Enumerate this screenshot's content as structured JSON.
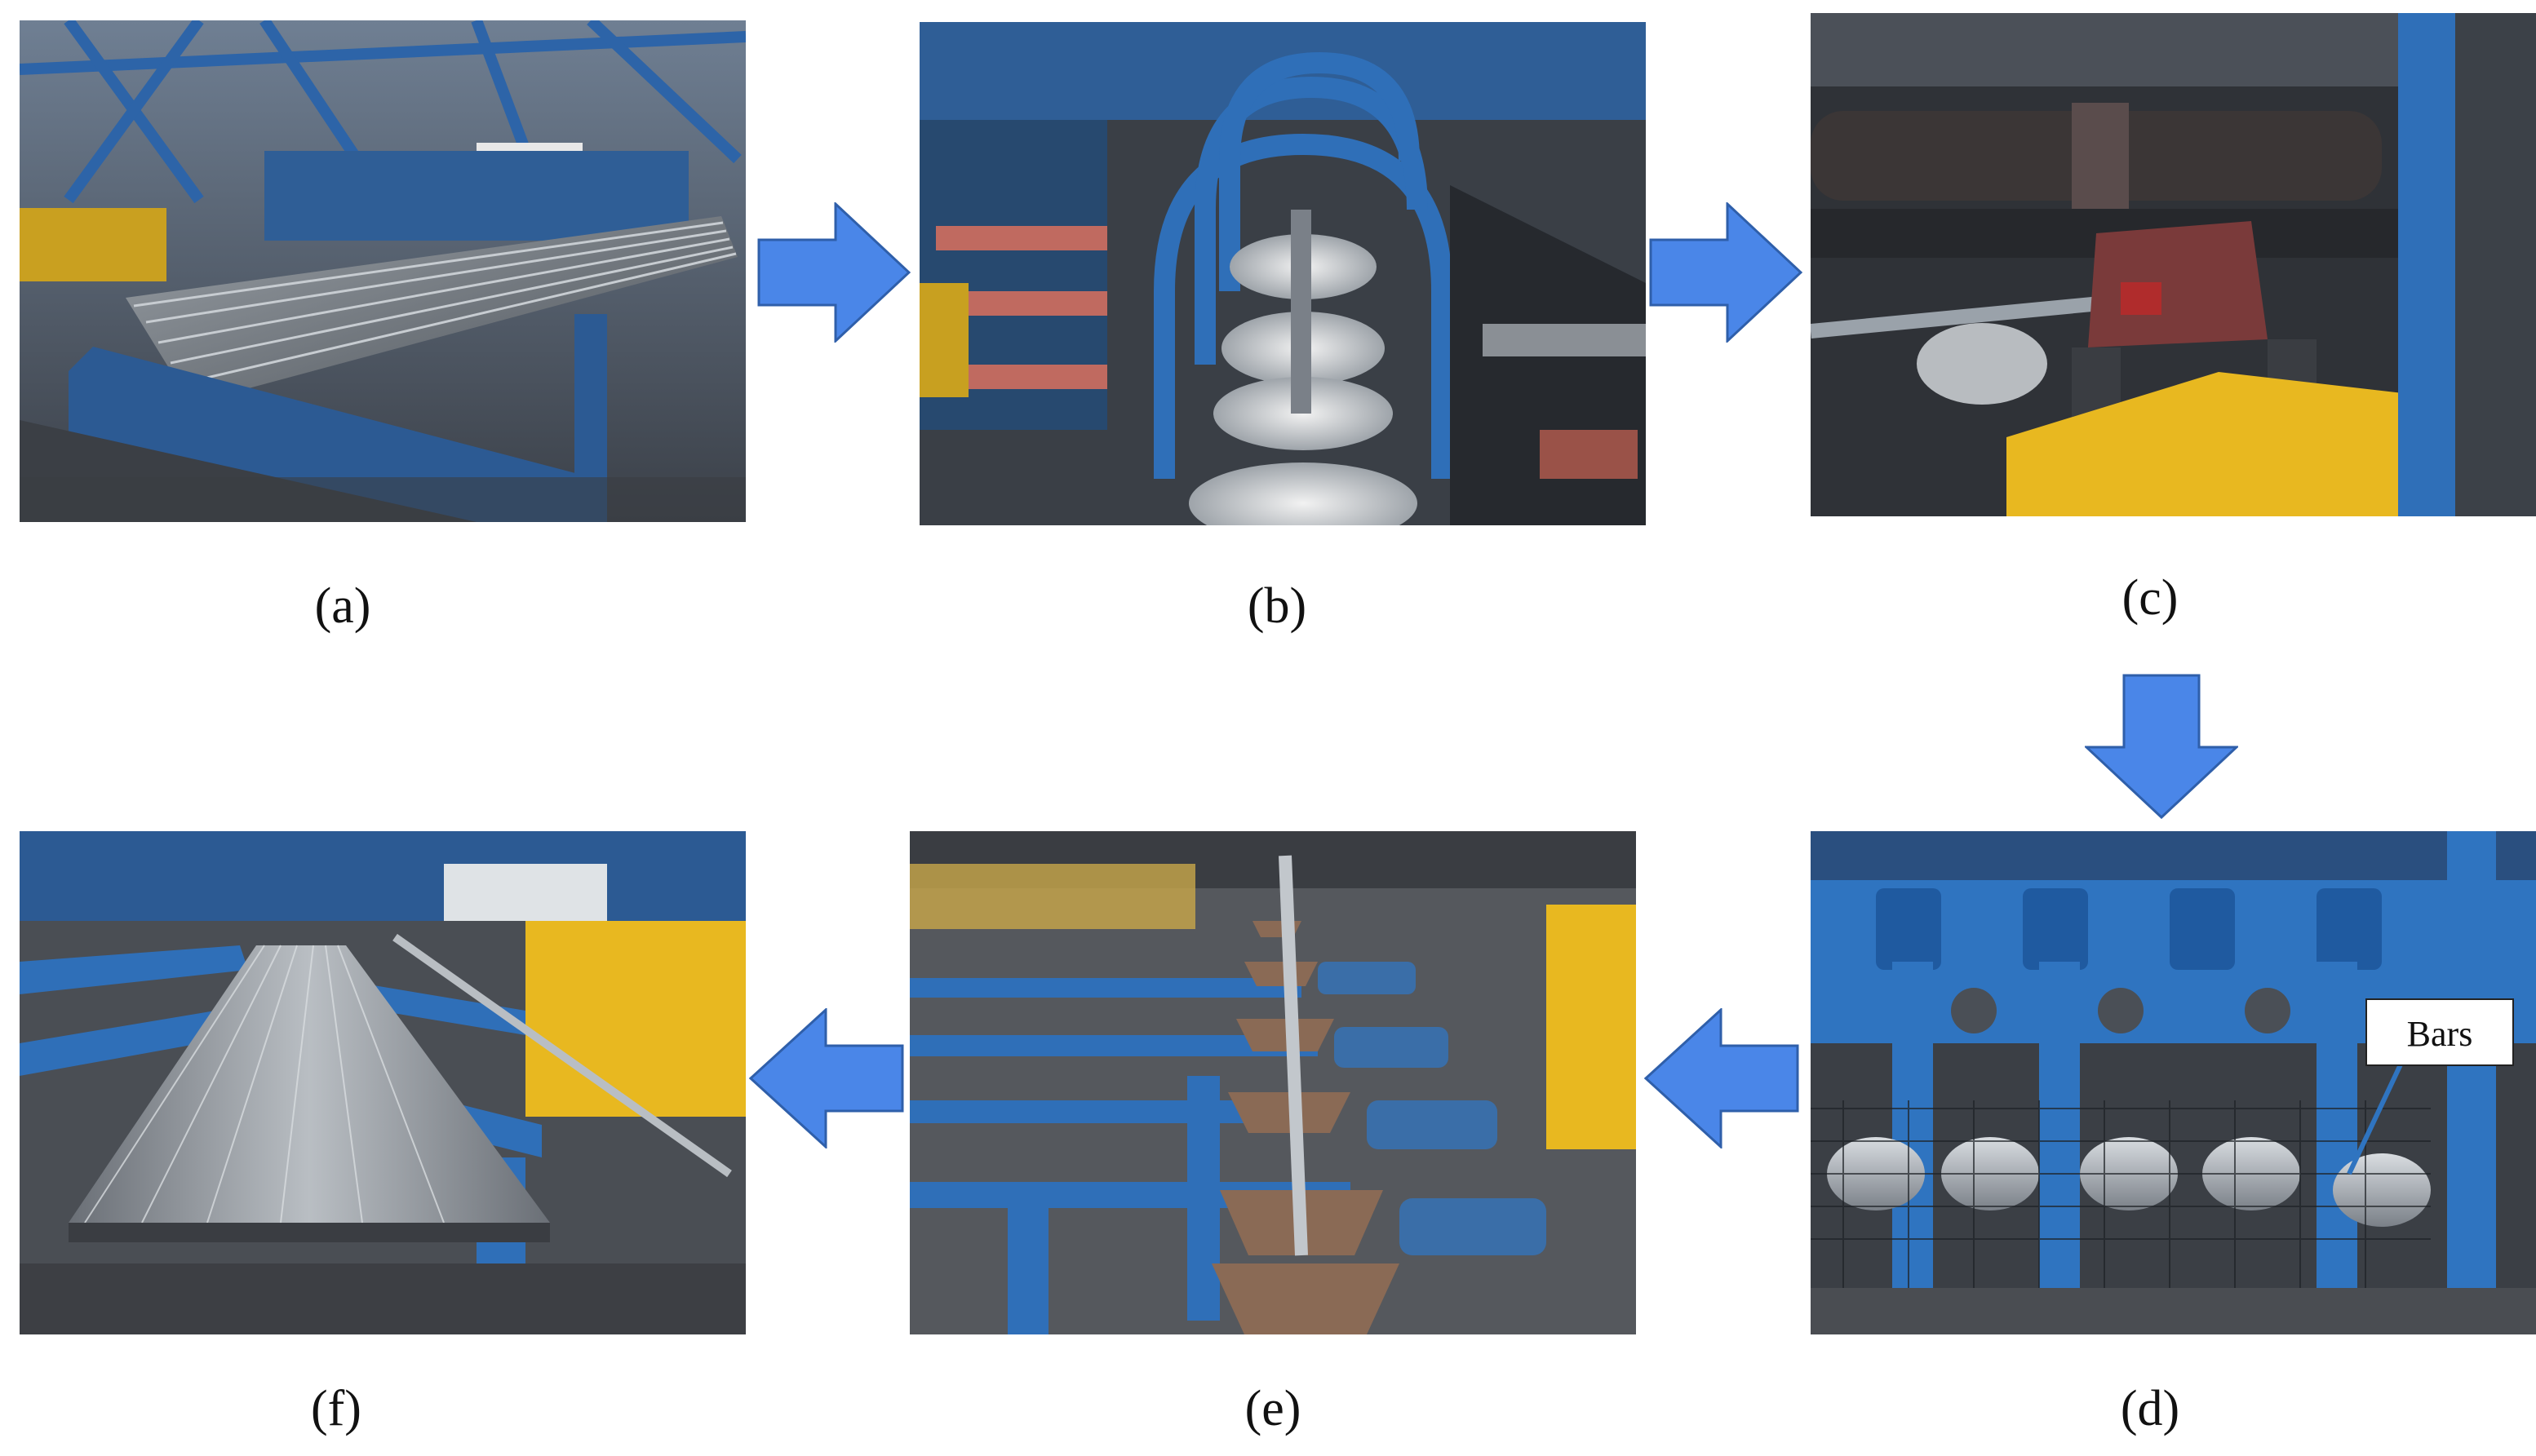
{
  "figure": {
    "panels": [
      {
        "id": "a",
        "caption": "(a)",
        "scene": "stacked steel bars on conveyor rack in factory hall"
      },
      {
        "id": "b",
        "caption": "(b)",
        "scene": "blue roller guide frame with grooved rolls"
      },
      {
        "id": "c",
        "caption": "(c)",
        "scene": "bar passing into straightening machine with drive shaft"
      },
      {
        "id": "d",
        "caption": "(d)",
        "scene": "blue multi-roll straightening machine",
        "label": "Bars"
      },
      {
        "id": "e",
        "caption": "(e)",
        "scene": "single bar on V-groove roller conveyor"
      },
      {
        "id": "f",
        "caption": "(f)",
        "scene": "finished bars collected on cooling bed"
      }
    ],
    "flow_order": [
      "a",
      "b",
      "c",
      "d",
      "e",
      "f"
    ],
    "colors": {
      "arrow_fill": "#4a86e8",
      "arrow_stroke": "#2f5faa",
      "machine_blue": "#2f6fb8",
      "steel": "#8a9098",
      "safety_yellow": "#e8b820"
    }
  }
}
